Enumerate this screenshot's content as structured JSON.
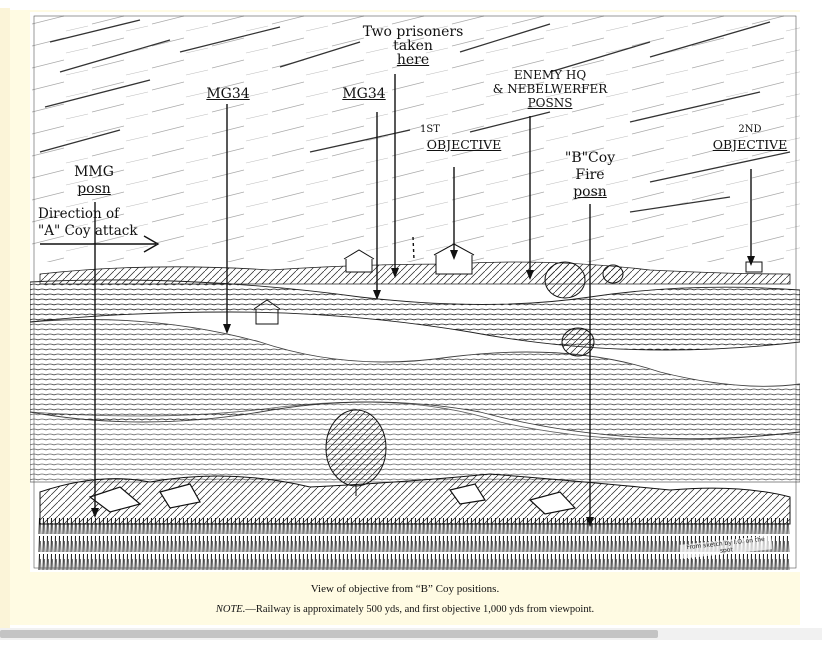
{
  "labels": {
    "prisoners": [
      "Two prisoners",
      "taken",
      "here"
    ],
    "mg34_a": "MG34",
    "mg34_b": "MG34",
    "enemy_hq": [
      "ENEMY HQ",
      "& NEBELWERFER",
      "POSNS"
    ],
    "first_objective": [
      "1ST",
      "OBJECTIVE"
    ],
    "b_coy": [
      "\"B\"Coy",
      "Fire",
      "posn"
    ],
    "second_objective": [
      "2ND",
      "OBJECTIVE"
    ],
    "mmg": [
      "MMG",
      "posn"
    ],
    "direction": [
      "Direction of",
      "\"A\" Coy attack"
    ]
  },
  "sketch_credit": "From sketch by I.O. on the spot",
  "caption": {
    "line1": "View of objective from “B” Coy positions.",
    "note_label": "NOTE.",
    "note_text": "—Railway is approximately 500 yds, and first objective 1,000 yds from viewpoint."
  },
  "colors": {
    "sheet": "#fffbe3",
    "ink": "#111111",
    "scrollbar_track": "#f1f1f1",
    "scrollbar_thumb": "#c4c4c4"
  },
  "scroll": {
    "horizontal_position_fraction": 0.0
  }
}
